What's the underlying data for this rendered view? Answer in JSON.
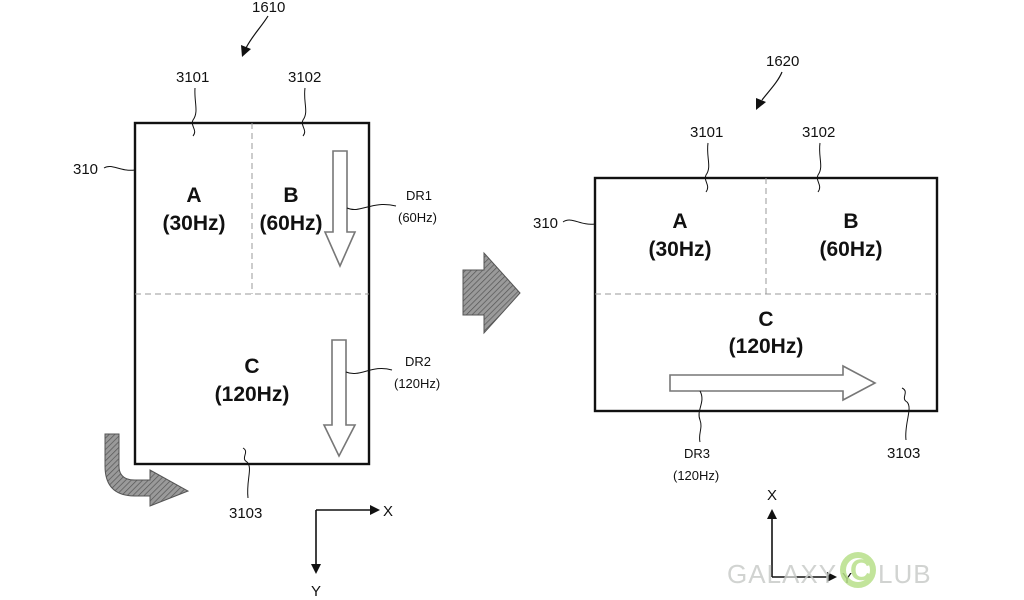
{
  "figures": {
    "left": {
      "id": "1610",
      "display_label": "310",
      "region_labels": [
        "3101",
        "3102",
        "3103"
      ],
      "regions": {
        "a": {
          "name": "A",
          "rate": "(30Hz)"
        },
        "b": {
          "name": "B",
          "rate": "(60Hz)"
        },
        "c": {
          "name": "C",
          "rate": "(120Hz)"
        }
      },
      "directions": [
        {
          "name": "DR1",
          "rate": "(60Hz)"
        },
        {
          "name": "DR2",
          "rate": "(120Hz)"
        }
      ],
      "axes": {
        "x": "X",
        "y": "Y"
      }
    },
    "right": {
      "id": "1620",
      "display_label": "310",
      "region_labels": [
        "3101",
        "3102",
        "3103"
      ],
      "regions": {
        "a": {
          "name": "A",
          "rate": "(30Hz)"
        },
        "b": {
          "name": "B",
          "rate": "(60Hz)"
        },
        "c": {
          "name": "C",
          "rate": "(120Hz)"
        }
      },
      "directions": [
        {
          "name": "DR3",
          "rate": "(120Hz)"
        }
      ],
      "axes": {
        "x": "X",
        "y": "Y"
      }
    }
  },
  "watermark": {
    "prefix": "GALAXY",
    "letter": "C",
    "suffix": "LUB"
  },
  "colors": {
    "line": "#111111",
    "arrow_fill": "#8a8a8a",
    "dashed": "#999999"
  }
}
